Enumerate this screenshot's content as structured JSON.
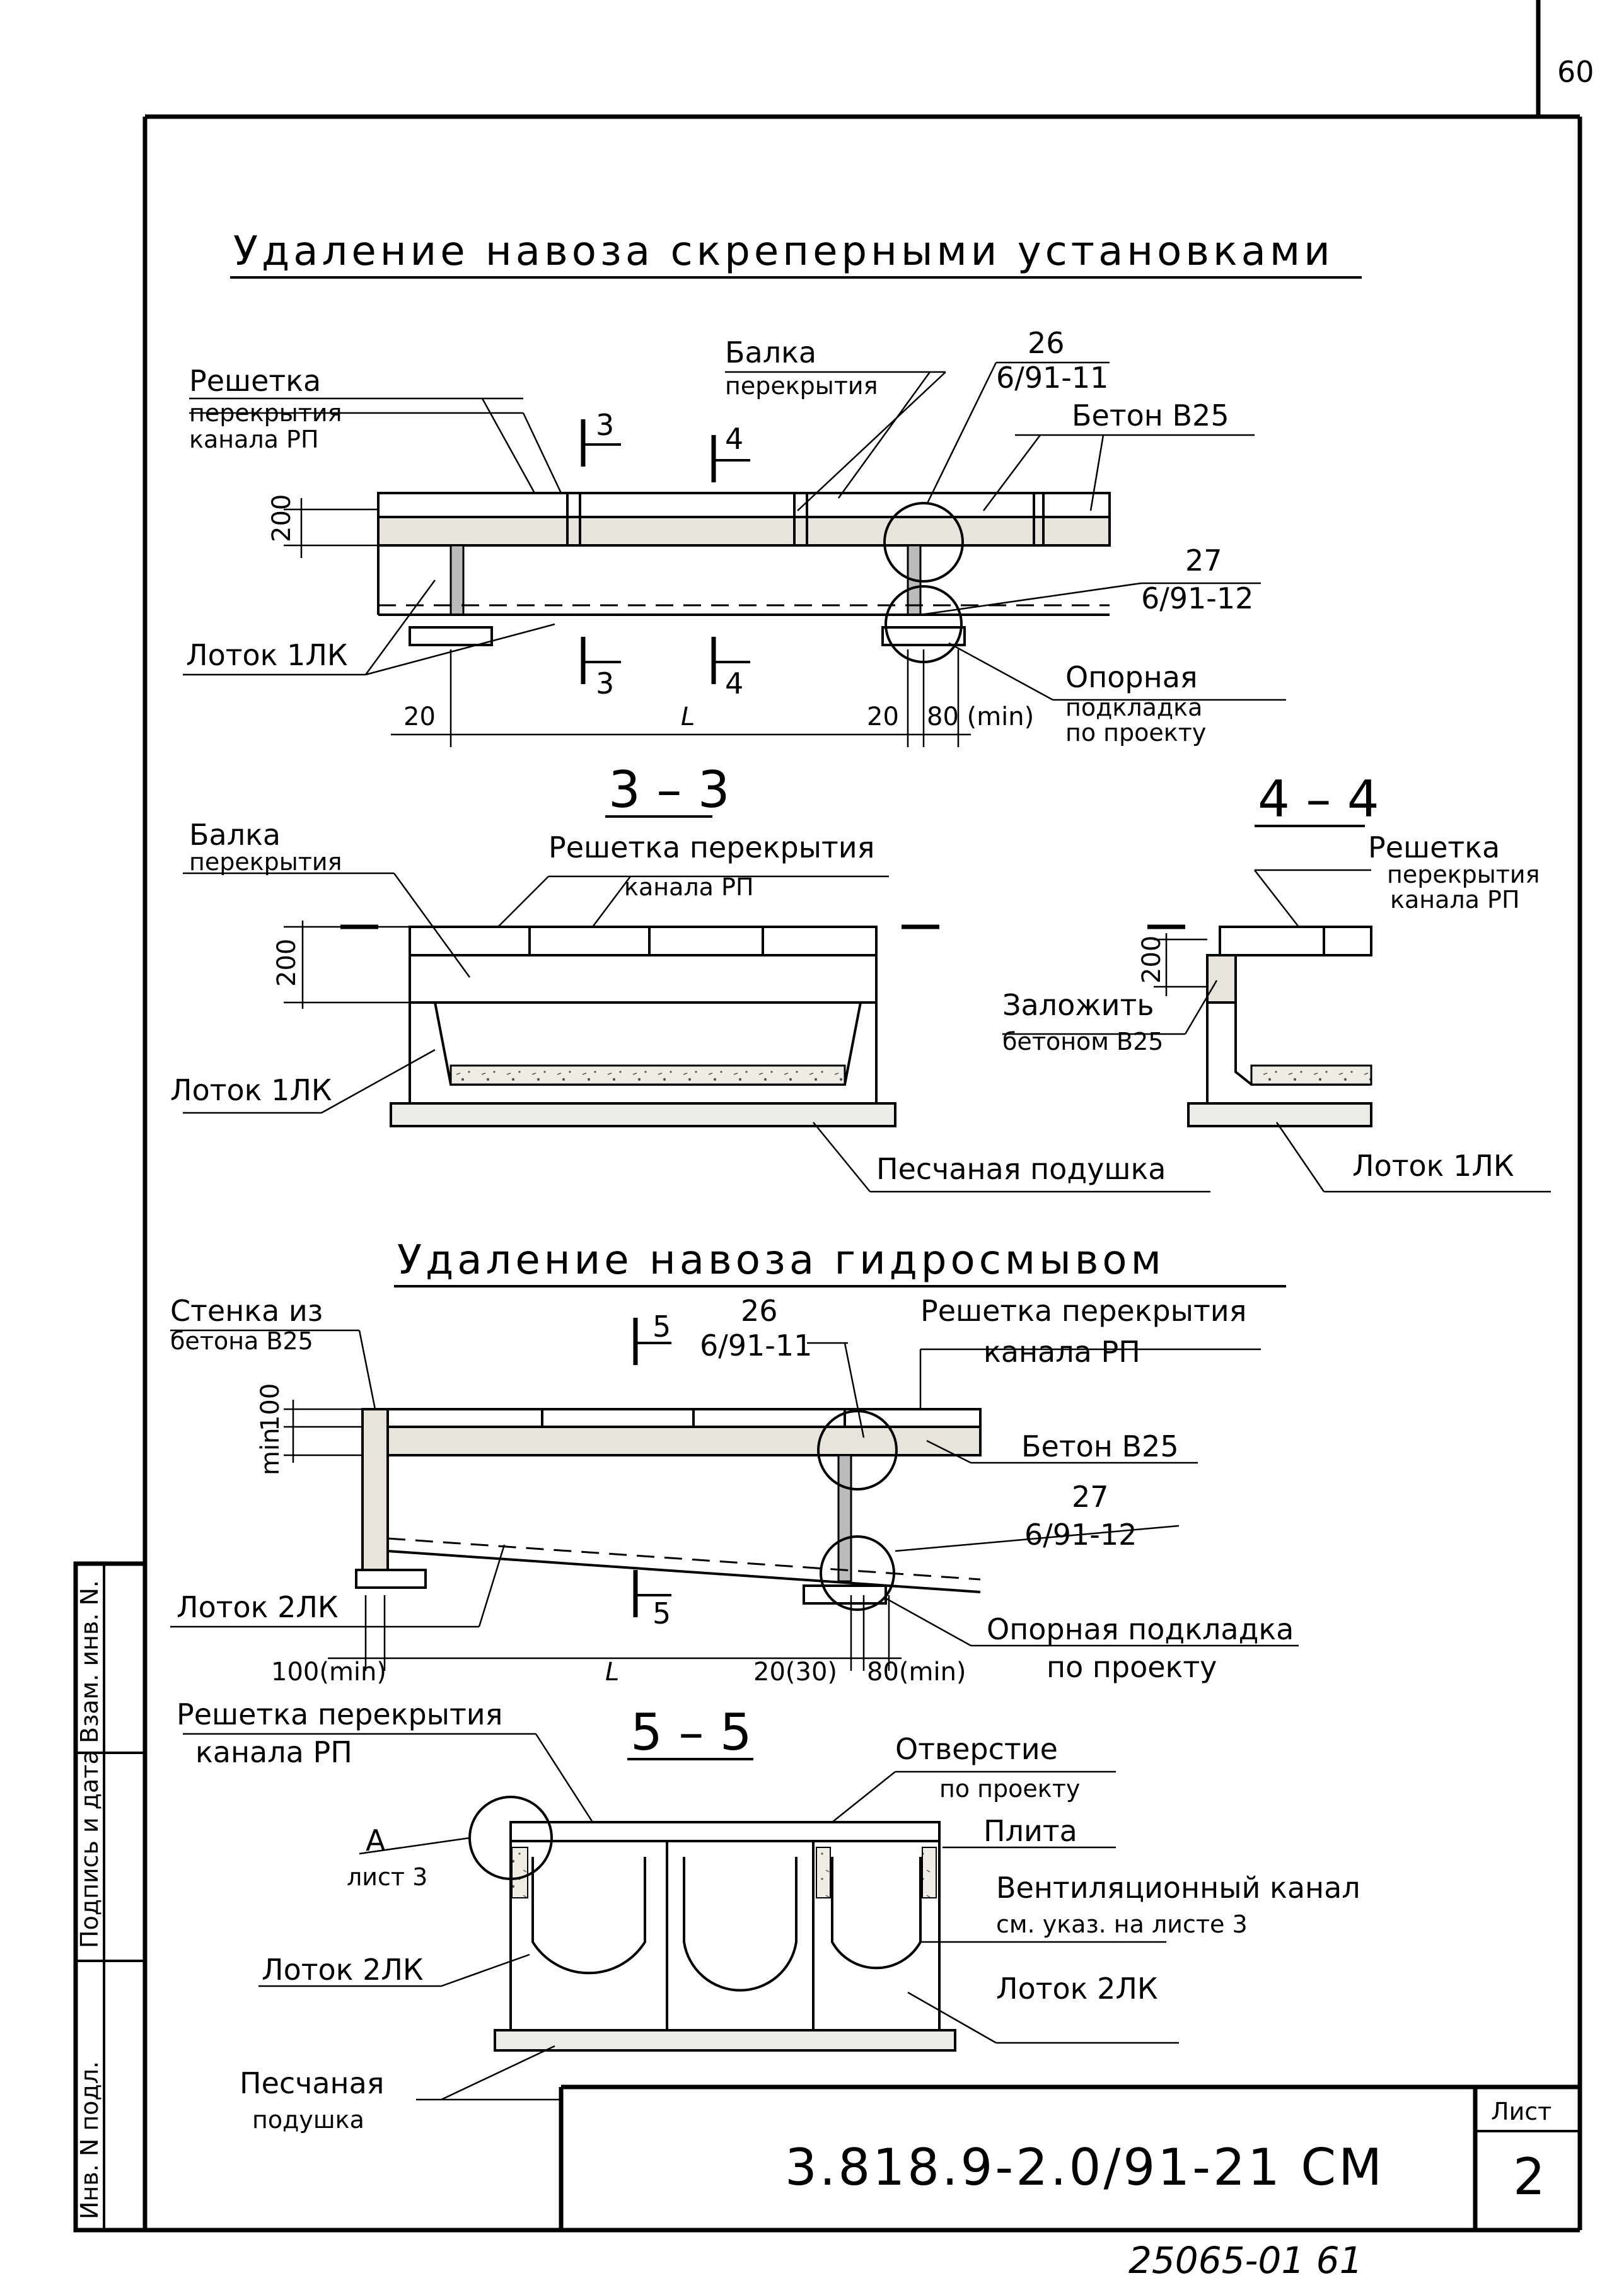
{
  "sheet": {
    "page_number": "60",
    "title_1": "Удаление навоза скреперными установками",
    "title_2": "Удаление навоза гидросмывом",
    "designation": "3.818.9-2.0/91-21 СМ",
    "sheet_label": "Лист",
    "sheet_number": "2",
    "archive_number": "25065-01 61",
    "stamp_fields": [
      "Инв. N подл.",
      "Подпись и дата",
      "Взам. инв. N."
    ]
  },
  "view1": {
    "grating": "Решетка",
    "grating_2": "перекрытия",
    "grating_3": "канала РП",
    "beam": "Балка",
    "beam_2": "перекрытия",
    "ref1_top": "26",
    "ref1_bot": "6/91-11",
    "concrete": "Бетон В25",
    "ref2_top": "27",
    "ref2_bot": "6/91-12",
    "tray": "Лоток 1ЛК",
    "support": "Опорная",
    "support_2": "подкладка",
    "support_3": "по проекту",
    "sec3": "3",
    "sec4": "4",
    "dim_h": "200",
    "dim_left": "20",
    "dim_L": "L",
    "dim_right": "20",
    "dim_min": "80 (min)"
  },
  "section33": {
    "title": "3 – 3",
    "beam": "Балка",
    "beam_2": "перекрытия",
    "grating": "Решетка перекрытия",
    "grating_2": "канала РП",
    "dim_h": "200",
    "tray": "Лоток 1ЛК",
    "sand": "Песчаная подушка"
  },
  "section44": {
    "title": "4 – 4",
    "grating": "Решетка",
    "grating_2": "перекрытия",
    "grating_3": "канала РП",
    "dim_h": "200",
    "fill": "Заложить",
    "fill_2": "бетоном В25",
    "tray": "Лоток 1ЛК"
  },
  "view2": {
    "wall": "Стенка из",
    "wall_2": "бетона В25",
    "sec5": "5",
    "ref1_top": "26",
    "ref1_bot": "6/91-11",
    "grating": "Решетка перекрытия",
    "grating_2": "канала РП",
    "concrete": "Бетон В25",
    "ref2_top": "27",
    "ref2_bot": "6/91-12",
    "dim_h1": "100",
    "dim_h2": "min",
    "tray": "Лоток 2ЛК",
    "dim_left": "100(min)",
    "dim_L": "L",
    "dim_right": "20(30)",
    "dim_min": "80(min)",
    "support": "Опорная подкладка",
    "support_2": "по проекту"
  },
  "section55": {
    "title": "5 – 5",
    "grating": "Решетка перекрытия",
    "grating_2": "канала РП",
    "hole": "Отверстие",
    "hole_2": "по проекту",
    "slab": "Плита",
    "detail": "А",
    "detail_2": "лист 3",
    "vent": "Вентиляционный канал",
    "vent_2": "см. указ. на листе 3",
    "tray_left": "Лоток 2ЛК",
    "tray_right": "Лоток 2ЛК",
    "sand": "Песчаная",
    "sand_2": "подушка"
  }
}
